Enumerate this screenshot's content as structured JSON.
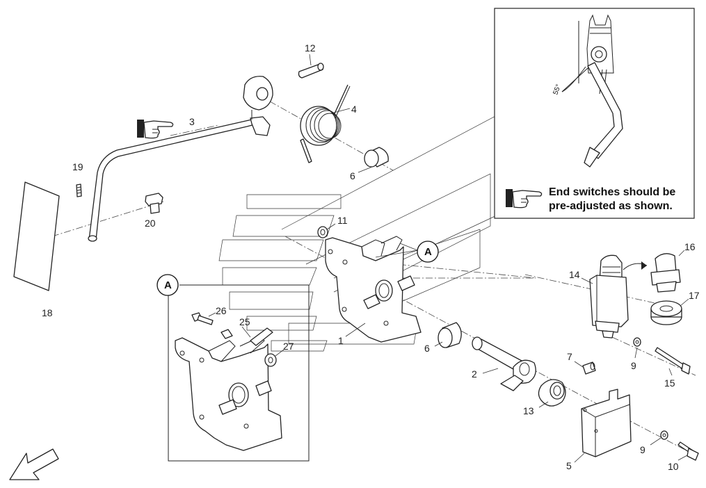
{
  "callouts": {
    "c1": "1",
    "c2": "2",
    "c3": "3",
    "c4": "4",
    "c5": "5",
    "c6a": "6",
    "c6b": "6",
    "c7": "7",
    "c9a": "9",
    "c9b": "9",
    "c10": "10",
    "c11": "11",
    "c12": "12",
    "c13": "13",
    "c14": "14",
    "c15": "15",
    "c16": "16",
    "c17": "17",
    "c18": "18",
    "c19": "19",
    "c20": "20",
    "c25": "25",
    "c26": "26",
    "c27": "27"
  },
  "detail_marker": "A",
  "detail_view": {
    "label": "A"
  },
  "inset": {
    "angle_label": "55°",
    "note_line1": "End switches should be",
    "note_line2": "pre-adjusted as shown."
  },
  "icons": {
    "pointing_hand": "pointing-hand-icon",
    "direction_arrow": "direction-arrow-icon"
  },
  "colors": {
    "line": "#222222",
    "background": "#ffffff"
  }
}
